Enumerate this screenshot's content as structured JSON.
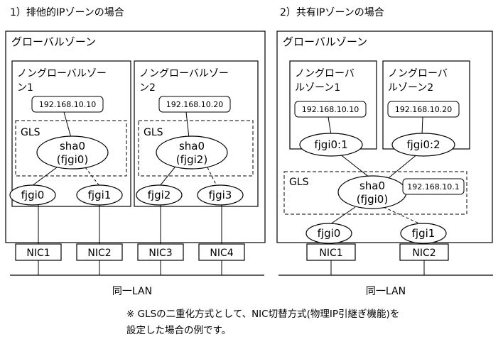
{
  "left": {
    "heading": "1）排他的IPゾーンの場合",
    "global_zone": "グローバルゾーン",
    "zone1": {
      "line1": "ノングローバルゾー",
      "line2": "ン1",
      "ip": "192.168.10.10"
    },
    "zone2": {
      "line1": "ノングローバルゾー",
      "line2": "ン2",
      "ip": "192.168.10.20"
    },
    "gls1": {
      "label": "GLS",
      "sha": "sha0",
      "fjgi": "(fjgi0)"
    },
    "gls2": {
      "label": "GLS",
      "sha": "sha0",
      "fjgi": "(fjgi2)"
    },
    "ports": [
      "fjgi0",
      "fjgi1",
      "fjgi2",
      "fjgi3"
    ],
    "nics": [
      "NIC1",
      "NIC2",
      "NIC3",
      "NIC4"
    ],
    "lan": "同一LAN"
  },
  "right": {
    "heading": "2）共有IPゾーンの場合",
    "global_zone": "グローバルゾーン",
    "zone1": {
      "line1": "ノングローバ",
      "line2": "ルゾーン1",
      "ip": "192.168.10.10",
      "port": "fjgi0:1"
    },
    "zone2": {
      "line1": "ノングローバ",
      "line2": "ルゾーン2",
      "ip": "192.168.10.20",
      "port": "fjgi0:2"
    },
    "gls": {
      "label": "GLS",
      "sha": "sha0",
      "fjgi": "(fjgi0)",
      "ip": "192.168.10.1"
    },
    "ports": [
      "fjgi0",
      "fjgi1"
    ],
    "nics": [
      "NIC1",
      "NIC2"
    ],
    "lan": "同一LAN"
  },
  "note": {
    "line1": "※ GLSの二重化方式として、NIC切替方式(物理IP引継ぎ機能)を",
    "line2": "設定した場合の例です。"
  }
}
